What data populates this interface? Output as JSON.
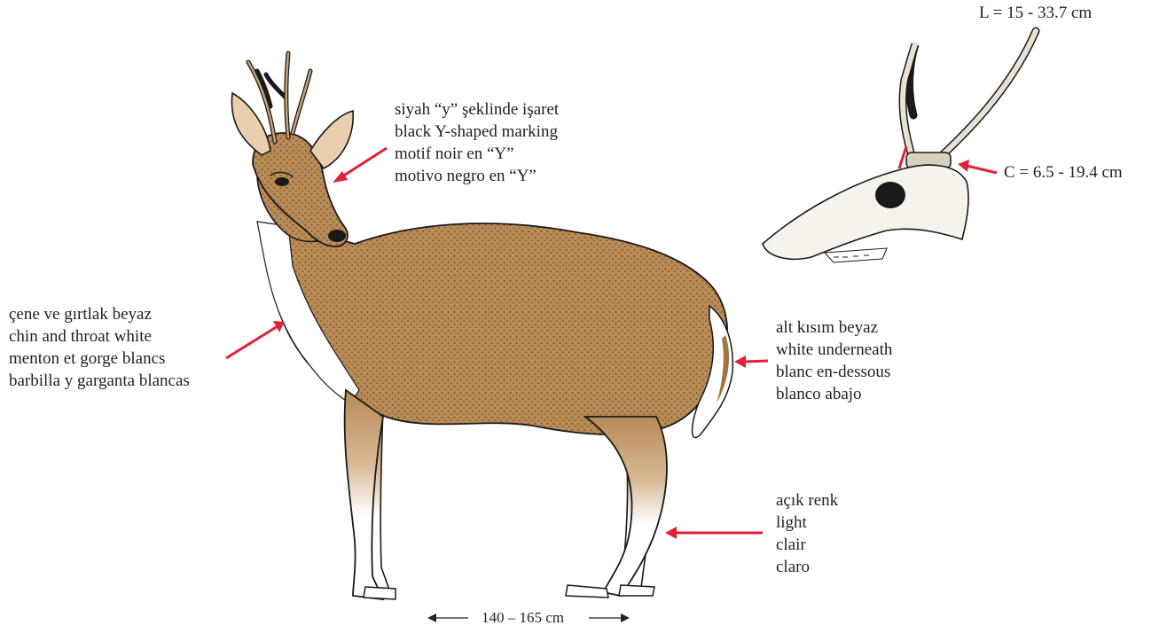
{
  "labels": {
    "y_marking": [
      "siyah “y” şeklinde işaret",
      "black Y-shaped marking",
      "motif noir en “Y”",
      "motivo negro en “Y”"
    ],
    "chin_throat": [
      "çene ve gırtlak beyaz",
      "chin and throat white",
      "menton et gorge blancs",
      "barbilla y garganta blancas"
    ],
    "underneath": [
      "alt kısım beyaz",
      "white underneath",
      "blanc en-dessous",
      "blanco abajo"
    ],
    "legs": [
      "açık renk",
      "light",
      "clair",
      "claro"
    ]
  },
  "measurements": {
    "antler_length": "L = 15 - 33.7 cm",
    "antler_circumference": "C = 6.5 - 19.4 cm",
    "body_length": "140 – 165 cm"
  },
  "colors": {
    "arrow": "#e0213a",
    "coat": "#b98a55",
    "coat_dark": "#8a5e33",
    "ink": "#1a1a1a"
  }
}
